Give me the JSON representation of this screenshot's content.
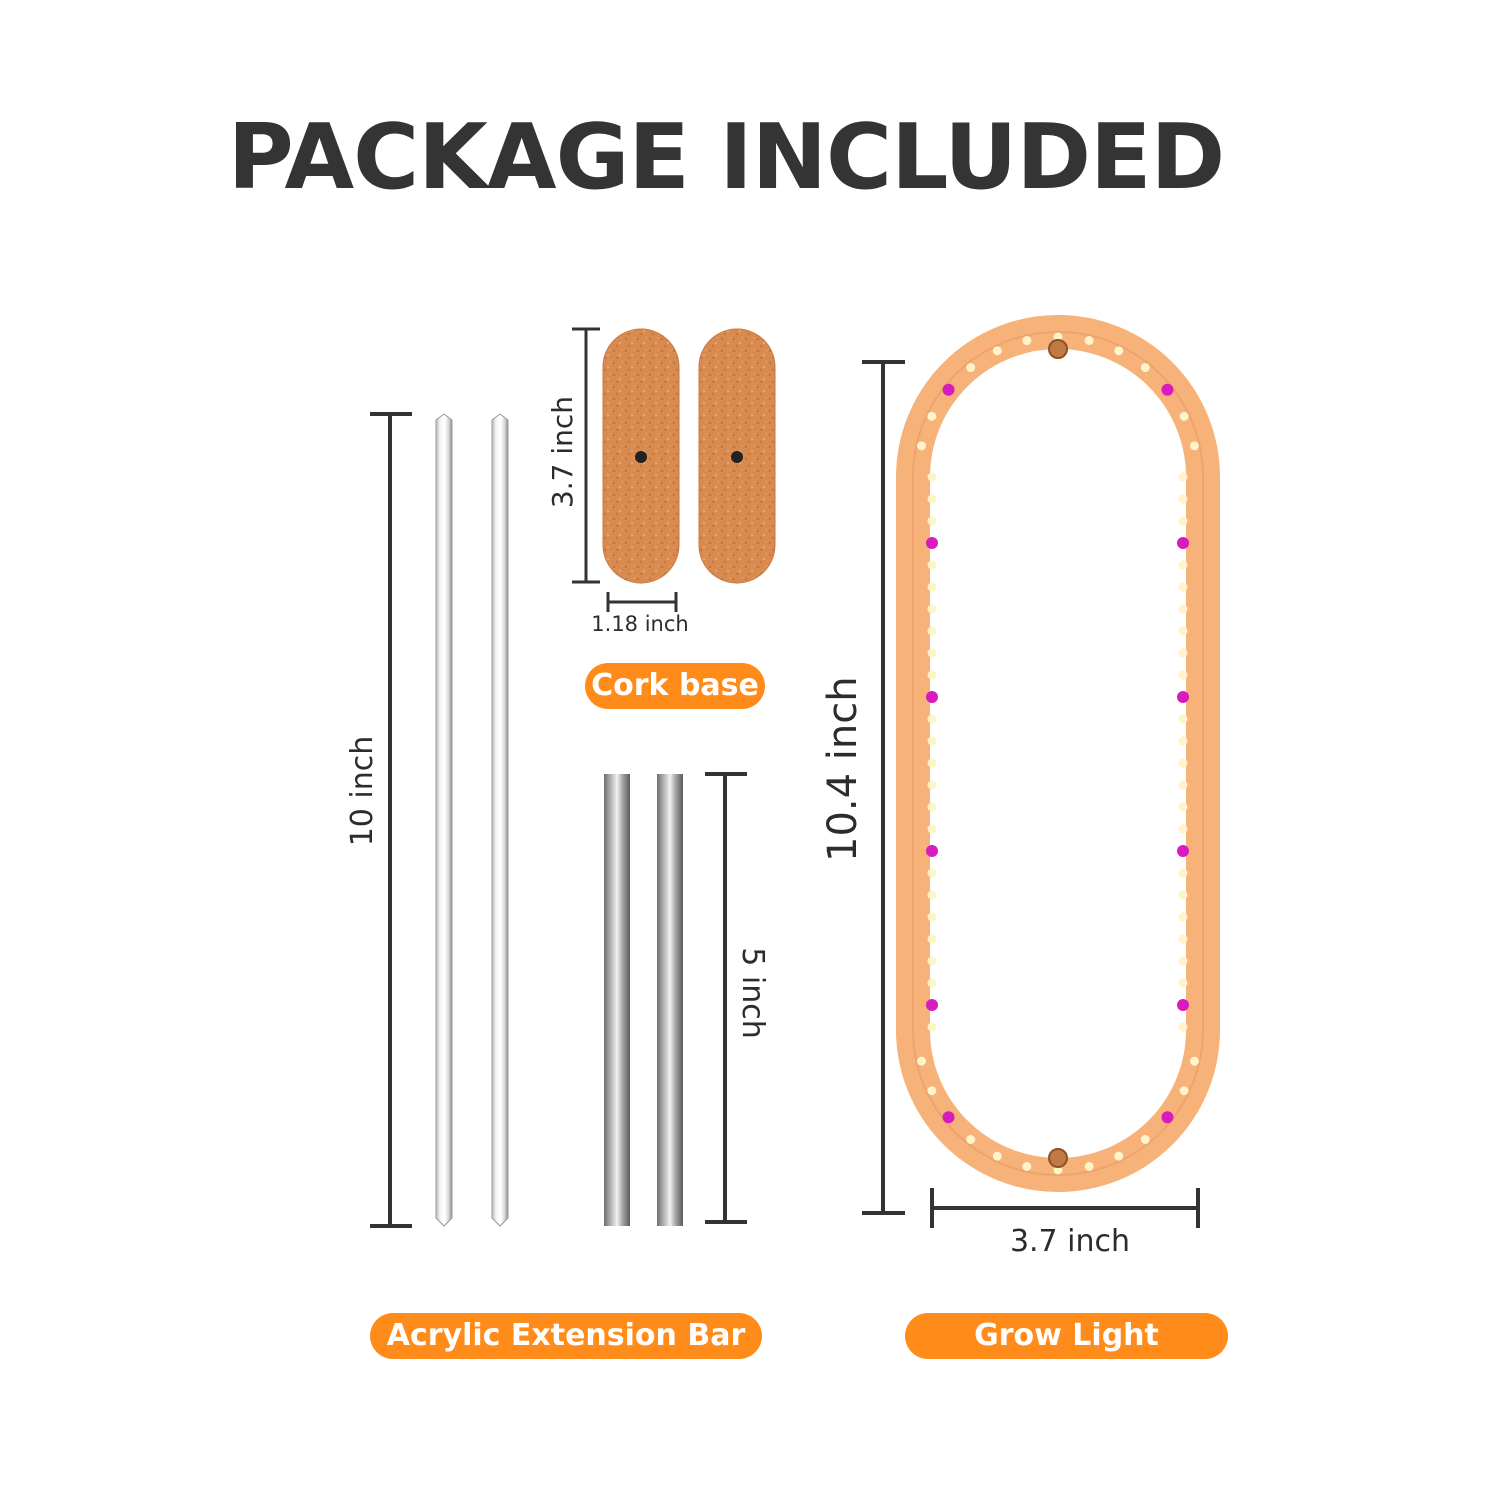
{
  "title": "PACKAGE INCLUDED",
  "colors": {
    "accent_orange": "#FF8C1A",
    "cork": "#D98A4E",
    "light_ring": "#F7B27A",
    "led_warm": "#FFF3C8",
    "led_pink": "#D81BBF",
    "text_dark": "#343434",
    "rod_metal": "#8C8C8C"
  },
  "items": {
    "acrylic_bar": {
      "label": "Acrylic Extension Bar",
      "length": "10 inch",
      "quantity_shown": 2
    },
    "cork_base": {
      "label": "Cork base",
      "height": "3.7 inch",
      "width": "1.18 inch",
      "quantity_shown": 2
    },
    "metal_rod": {
      "length": "5 inch",
      "quantity_shown": 2
    },
    "grow_light": {
      "label": "Grow Light",
      "height": "10.4 inch",
      "width": "3.7 inch"
    }
  }
}
